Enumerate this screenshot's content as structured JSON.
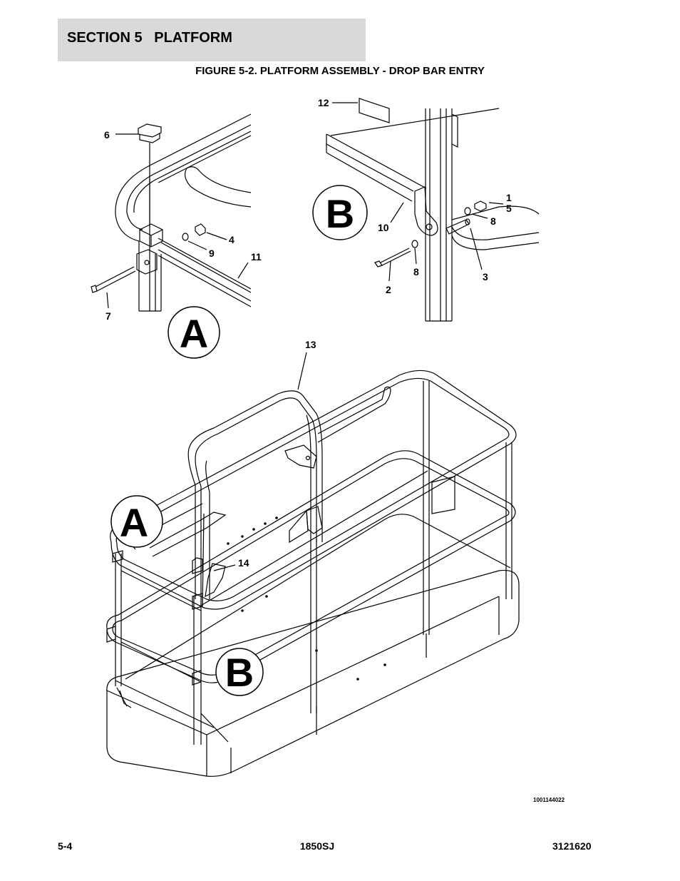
{
  "header": {
    "section": "SECTION 5   PLATFORM"
  },
  "figure": {
    "title": "FIGURE 5-2. PLATFORM ASSEMBLY - DROP BAR ENTRY"
  },
  "details": {
    "a": "A",
    "b": "B",
    "a_main": "A",
    "b_main": "B"
  },
  "callouts": {
    "c1": "1",
    "c5": "5",
    "c8a": "8",
    "c8b": "8",
    "c10": "10",
    "c3": "3",
    "c2": "2",
    "c12": "12",
    "c6": "6",
    "c4": "4",
    "c9": "9",
    "c11": "11",
    "c7": "7",
    "c13": "13",
    "c14": "14"
  },
  "drawing_number": "1001144022",
  "footer": {
    "page": "5-4",
    "model": "1850SJ",
    "doc_number": "3121620"
  }
}
